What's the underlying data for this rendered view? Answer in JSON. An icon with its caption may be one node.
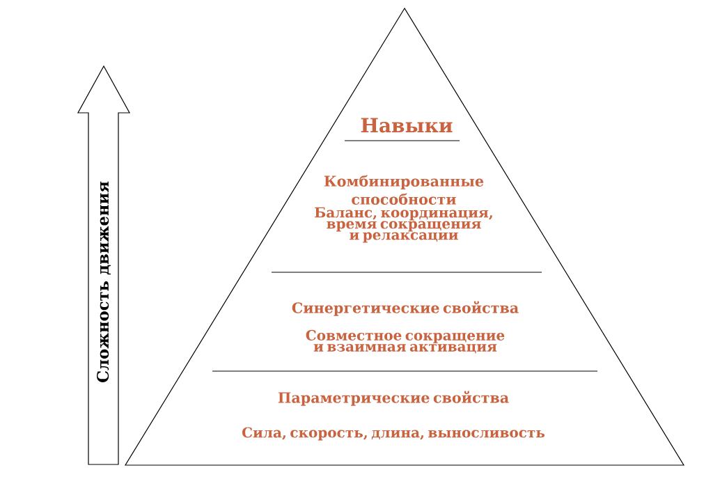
{
  "diagram": {
    "nodes": [
      {
        "text": [],
        "shape": "triangle"
      },
      {
        "text": [
          "Навыки"
        ],
        "in": 0
      },
      {
        "text": [
          "Комбинированные способности",
          "Баланс, координация, время сокращения и релаксации"
        ],
        "in": 0
      },
      {
        "text": [
          "Синергетические свойства",
          "Совместное сокращение и взаимная активация"
        ],
        "in": 0
      },
      {
        "text": [
          "Параметрические свойства",
          "Сила, скорость, длина, выносливость"
        ],
        "in": 0
      }
    ],
    "labels": [
      "Сложность движения"
    ]
  }
}
